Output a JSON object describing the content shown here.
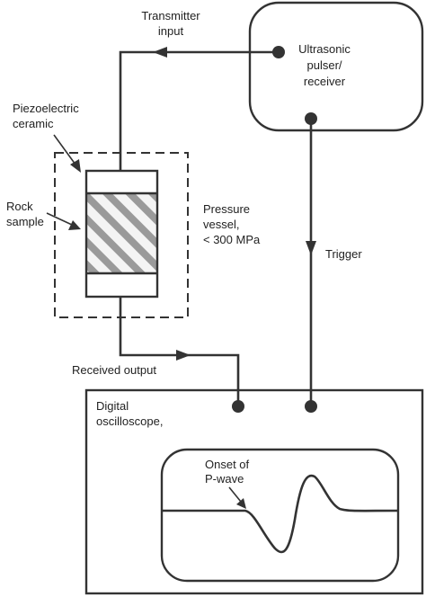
{
  "labels": {
    "transmitter_input_line1": "Transmitter",
    "transmitter_input_line2": "input",
    "pulser_line1": "Ultrasonic",
    "pulser_line2": "pulser/",
    "pulser_line3": "receiver",
    "piezo_line1": "Piezoelectric",
    "piezo_line2": "ceramic",
    "rock_line1": "Rock",
    "rock_line2": "sample",
    "vessel_line1": "Pressure",
    "vessel_line2": "vessel,",
    "vessel_line3": "< 300 MPa",
    "trigger": "Trigger",
    "received_output": "Received output",
    "scope_line1": "Digital",
    "scope_line2": "oscilloscope,",
    "onset_line1": "Onset of",
    "onset_line2": "P-wave"
  },
  "colors": {
    "ink": "#333333",
    "hatch": "#9a9a9a",
    "background": "#ffffff"
  }
}
